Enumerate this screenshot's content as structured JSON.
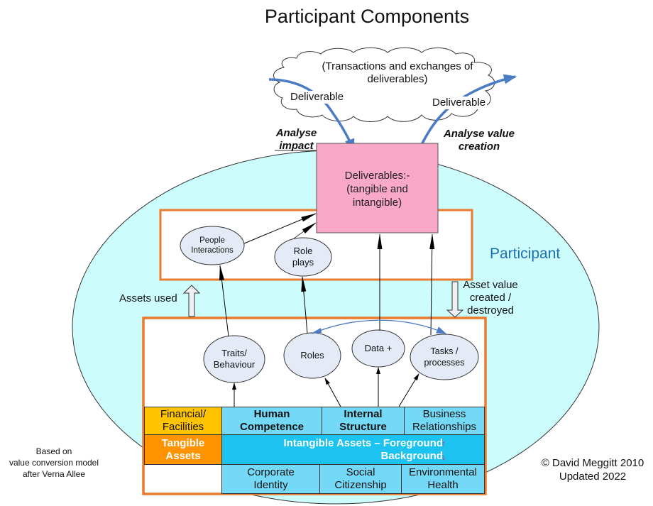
{
  "title": "Participant Components",
  "colors": {
    "participant_fill": "#ccfcfc",
    "deliverables_fill": "#f9a8c8",
    "container_border": "#ea7a2c",
    "node_fill": "#e4ebf6",
    "flow_arrow": "#4a7bc4",
    "participant_label": "#1f6fb5",
    "tangible_header": "#ffc300",
    "tangible_assets": "#ff9300",
    "intangible_cells": "#74d9f6",
    "intangible_band": "#1cc2f0"
  },
  "cloud": {
    "line1": "(Transactions and exchanges of",
    "line2": "deliverables)",
    "deliverable_in": "Deliverable",
    "deliverable_out": "Deliverable"
  },
  "labels": {
    "analyse_impact_1": "Analyse",
    "analyse_impact_2": "impact",
    "analyse_value_1": "Analyse value",
    "analyse_value_2": "creation",
    "participant": "Participant",
    "assets_used": "Assets used",
    "asset_value_1": "Asset value",
    "asset_value_2": "created /",
    "asset_value_3": "destroyed"
  },
  "deliverables_box": {
    "line1": "Deliverables:-",
    "line2": "(tangible and",
    "line3": "intangible)"
  },
  "upper_nodes": [
    {
      "line1": "People",
      "line2": "Interactions"
    },
    {
      "line1": "Role",
      "line2": "plays"
    }
  ],
  "lower_nodes": [
    {
      "line1": "Traits/",
      "line2": "Behaviour"
    },
    {
      "line1": "Roles",
      "line2": ""
    },
    {
      "line1": "Data +",
      "line2": ""
    },
    {
      "line1": "Tasks /",
      "line2": "processes"
    }
  ],
  "assets_table": {
    "row1": [
      {
        "line1": "Financial/",
        "line2": "Facilities"
      },
      {
        "line1": "Human",
        "line2": "Competence"
      },
      {
        "line1": "Internal",
        "line2": "Structure"
      },
      {
        "line1": "Business",
        "line2": "Relationships"
      }
    ],
    "tangible": {
      "line1": "Tangible",
      "line2": "Assets"
    },
    "intangible": {
      "line1": "Intangible Assets – Foreground",
      "line2": "Background",
      "up_arrow": "↑",
      "down_arrow": "↓"
    },
    "row3": [
      {
        "line1": "Corporate",
        "line2": "Identity"
      },
      {
        "line1": "Social",
        "line2": "Citizenship"
      },
      {
        "line1": "Environmental",
        "line2": "Health"
      }
    ]
  },
  "footer": {
    "based_on_1": "Based on",
    "based_on_2": "value conversion model",
    "based_on_3": "after Verna Allee",
    "copyright_1": "© David Meggitt 2010",
    "copyright_2": "Updated 2022"
  }
}
